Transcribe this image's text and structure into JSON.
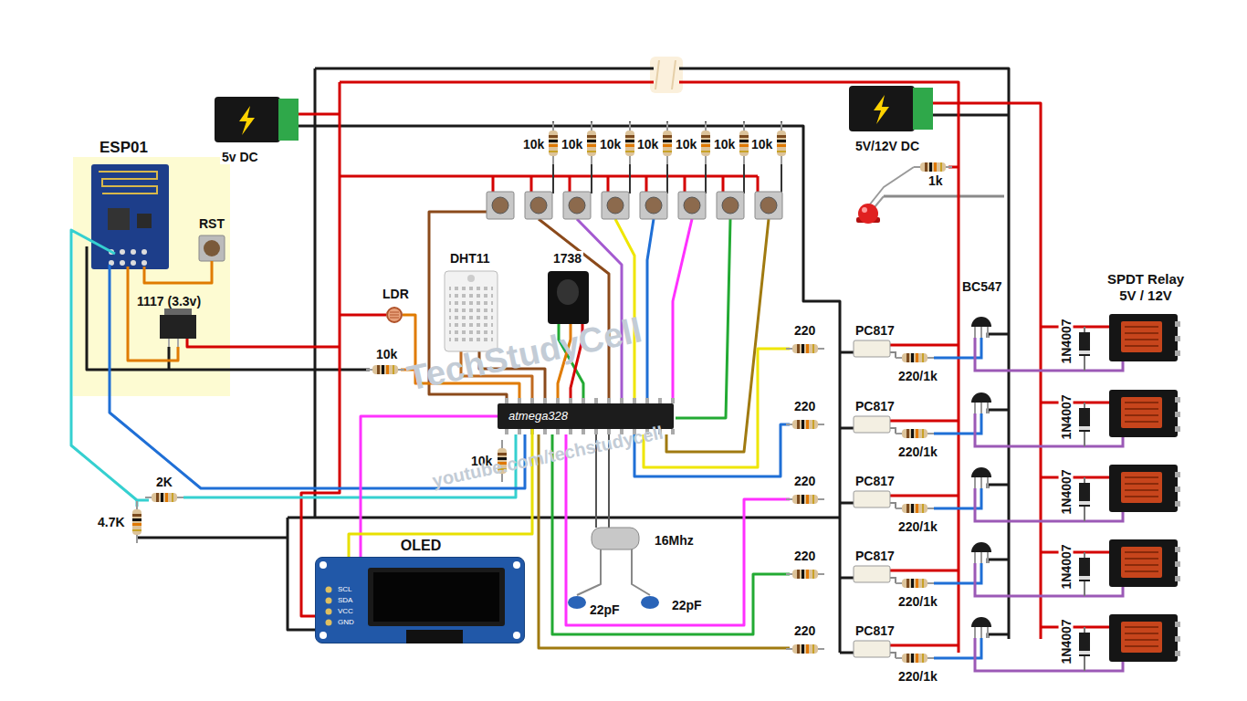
{
  "diagram": {
    "nodes": [
      {
        "text": [
          "atmega328"
        ]
      },
      {
        "text": [
          "OLED",
          "SCL",
          "SDA",
          "VCC",
          "GND"
        ]
      }
    ],
    "edges": [
      {
        "from": 0,
        "to": 1,
        "arrow": "none"
      },
      {
        "from": 0,
        "to": 1,
        "arrow": "none"
      }
    ],
    "labels": [
      "ESP01",
      "5v DC",
      "5V/12V DC",
      "10k",
      "10k",
      "10k",
      "10k",
      "10k",
      "10k",
      "10k",
      "1k",
      "RST",
      "1117 (3.3v)",
      "LDR",
      "DHT11",
      "1738",
      "BC547",
      "SPDT Relay 5V / 12V",
      "10k",
      "220",
      "PC817",
      "220/1k",
      "1N4007",
      "220",
      "PC817",
      "220/1k",
      "1N4007",
      "220",
      "PC817",
      "220/1k",
      "1N4007",
      "220",
      "PC817",
      "220/1k",
      "1N4007",
      "220",
      "PC817",
      "220/1k",
      "1N4007",
      "10k",
      "2K",
      "4.7K",
      "16Mhz",
      "22pF",
      "22pF",
      "TechStudyCell",
      "youtube.com/techstudycell"
    ]
  }
}
